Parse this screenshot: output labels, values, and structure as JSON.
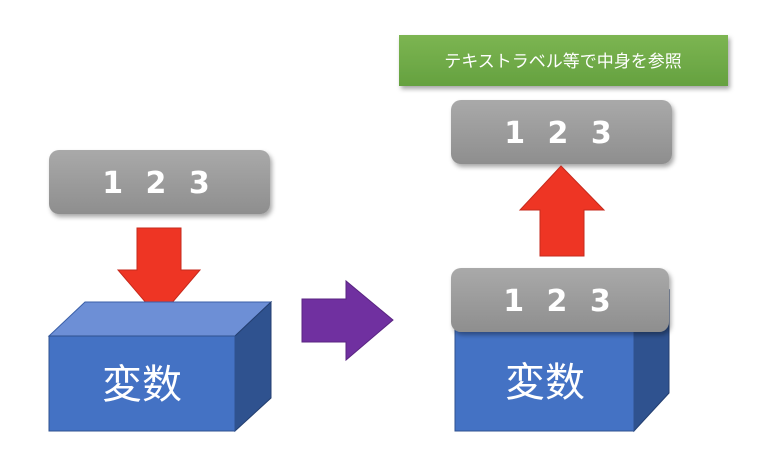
{
  "left": {
    "value_box": "1 2 3",
    "variable_label": "変数"
  },
  "right": {
    "caption": "テキストラベル等で中身を参照",
    "read_value_box": "1 2 3",
    "stored_value_box": "1 2 3",
    "variable_label": "変数"
  },
  "colors": {
    "value_box_fill": "#9b9b9b",
    "variable_front": "#4472c4",
    "variable_top": "#6d8fd6",
    "variable_side": "#2f528f",
    "arrow_red": "#ee3524",
    "arrow_purple": "#7030a0",
    "caption_fill": "#70ad47"
  }
}
